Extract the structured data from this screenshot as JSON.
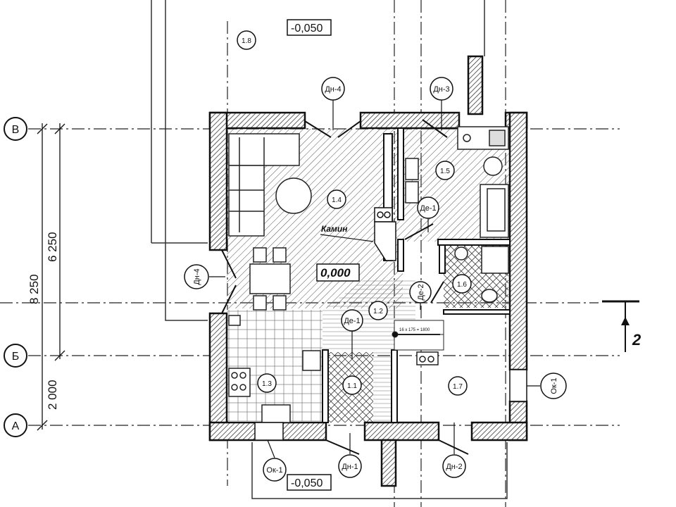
{
  "grid_axes": {
    "v": "В",
    "b": "Б",
    "a": "А"
  },
  "dimensions": {
    "overall": "8 250",
    "upper": "6 250",
    "lower": "2 000"
  },
  "levels": {
    "top": "-0,050",
    "center": "0,000",
    "bottom": "-0,050"
  },
  "rooms": {
    "r1_1": "1.1",
    "r1_2": "1.2",
    "r1_3": "1.3",
    "r1_4": "1.4",
    "r1_5": "1.5",
    "r1_6": "1.6",
    "r1_7": "1.7",
    "r1_8": "1.8"
  },
  "doors": {
    "dn4_top": "Дн-4",
    "dn3": "Дн-3",
    "dn4_left": "Дн-4",
    "de1": "Де-1",
    "de2": "Де-2",
    "de1_center": "Де-1",
    "dn1": "Дн-1",
    "dn2": "Дн-2"
  },
  "windows": {
    "ok1_right": "Ок-1",
    "ok1_bottom": "Ок-1"
  },
  "labels": {
    "fireplace": "Камин",
    "stair": "16 x 175 = 1800",
    "section_number": "2"
  }
}
